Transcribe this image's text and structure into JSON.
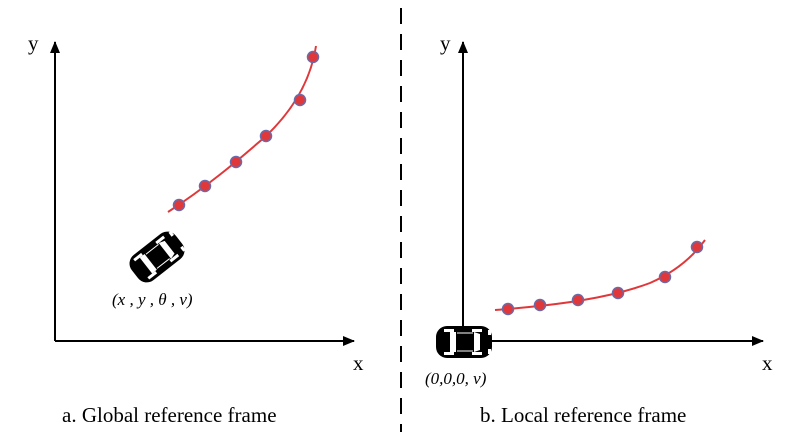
{
  "panels": {
    "global": {
      "caption": "a. Global reference frame",
      "x_axis_label": "x",
      "y_axis_label": "y",
      "vehicle_state_label": "(x , y , θ , v)"
    },
    "local": {
      "caption": "b. Local reference frame",
      "x_axis_label": "x",
      "y_axis_label": "y",
      "vehicle_state_label": "(0,0,0, v)"
    }
  },
  "colors": {
    "trajectory": "#e0383a",
    "waypoint_fill": "#e0383a",
    "waypoint_stroke": "#6a6aa8",
    "axis": "#000000",
    "vehicle": "#000000",
    "divider": "#000000"
  },
  "icons": {
    "vehicle": "car-icon",
    "waypoint": "waypoint-marker"
  }
}
